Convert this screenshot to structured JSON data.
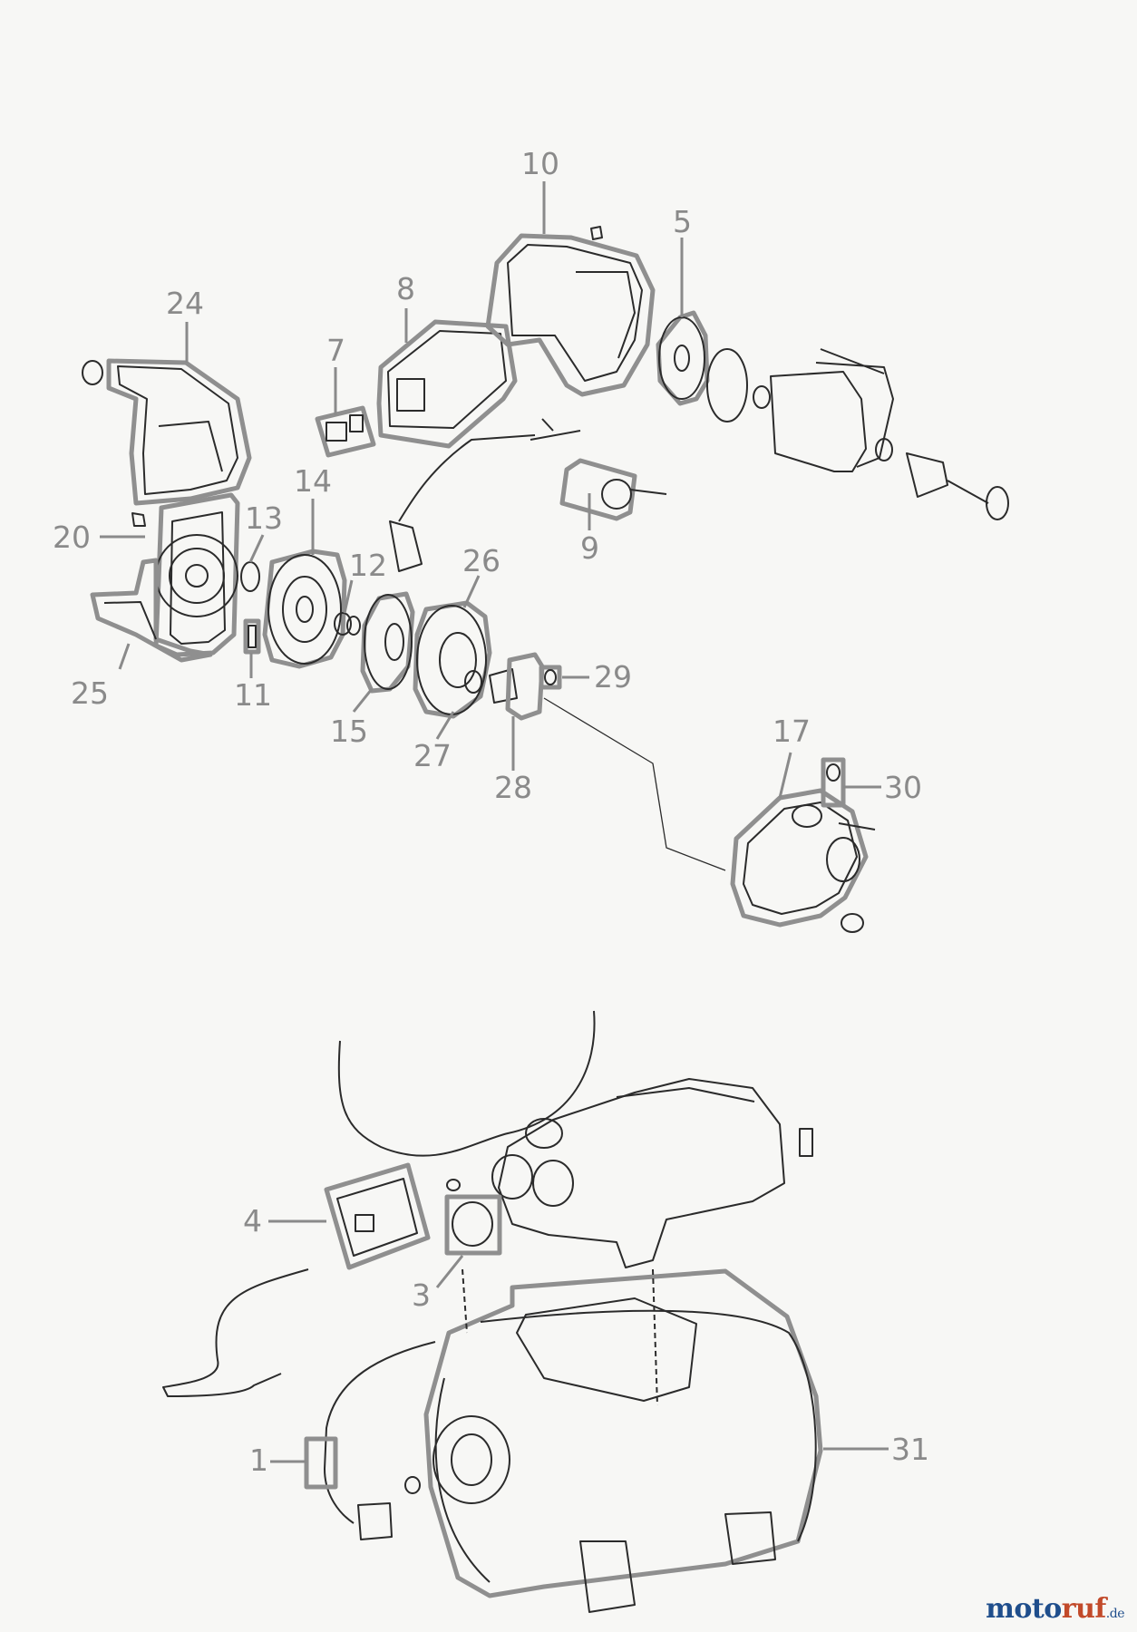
{
  "diagram": {
    "parts": [
      {
        "id": "p1",
        "label": "1"
      },
      {
        "id": "p3",
        "label": "3"
      },
      {
        "id": "p4",
        "label": "4"
      },
      {
        "id": "p5",
        "label": "5"
      },
      {
        "id": "p7",
        "label": "7"
      },
      {
        "id": "p8",
        "label": "8"
      },
      {
        "id": "p9",
        "label": "9"
      },
      {
        "id": "p10",
        "label": "10"
      },
      {
        "id": "p11",
        "label": "11"
      },
      {
        "id": "p12",
        "label": "12"
      },
      {
        "id": "p13",
        "label": "13"
      },
      {
        "id": "p14",
        "label": "14"
      },
      {
        "id": "p15",
        "label": "15"
      },
      {
        "id": "p17",
        "label": "17"
      },
      {
        "id": "p20",
        "label": "20"
      },
      {
        "id": "p24",
        "label": "24"
      },
      {
        "id": "p25",
        "label": "25"
      },
      {
        "id": "p26",
        "label": "26"
      },
      {
        "id": "p27",
        "label": "27"
      },
      {
        "id": "p28",
        "label": "28"
      },
      {
        "id": "p29",
        "label": "29"
      },
      {
        "id": "p30",
        "label": "30"
      },
      {
        "id": "p31",
        "label": "31"
      }
    ]
  },
  "watermark": {
    "part1": "moto",
    "part2": "ruf",
    "suffix": ".de"
  },
  "colors": {
    "label": "#8a8a8a",
    "line_art": "#2b2b2b",
    "highlight": "#8f8f8f",
    "background": "#f7f7f5"
  }
}
